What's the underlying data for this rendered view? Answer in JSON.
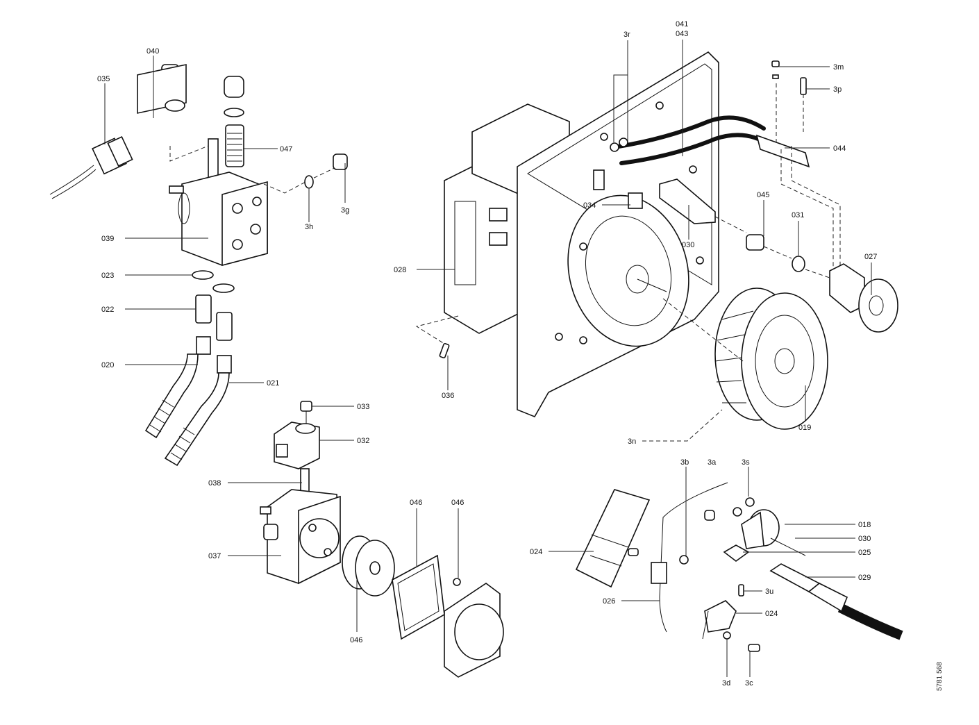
{
  "diagram": {
    "title": "Burner exploded view - spare parts",
    "document_number": "5781 568",
    "labels": {
      "p035": "035",
      "p040": "040",
      "p047": "047",
      "p3g": "3g",
      "p3h": "3h",
      "p039": "039",
      "p023": "023",
      "p022": "022",
      "p020": "020",
      "p021": "021",
      "p033": "033",
      "p032": "032",
      "p038": "038",
      "p037": "037",
      "p046a": "046",
      "p046b": "046",
      "p046c": "046",
      "p3r": "3r",
      "p041": "041",
      "p043": "043",
      "p3m": "3m",
      "p3p": "3p",
      "p044": "044",
      "p034": "034",
      "p030a": "030",
      "p045": "045",
      "p031": "031",
      "p027": "027",
      "p028": "028",
      "p036": "036",
      "p019": "019",
      "p3n": "3n",
      "p3b": "3b",
      "p3a": "3a",
      "p3s": "3s",
      "p018": "018",
      "p030b": "030",
      "p025": "025",
      "p029": "029",
      "p024a": "024",
      "p026": "026",
      "p3u": "3u",
      "p024b": "024",
      "p3d": "3d",
      "p3c": "3c"
    }
  }
}
